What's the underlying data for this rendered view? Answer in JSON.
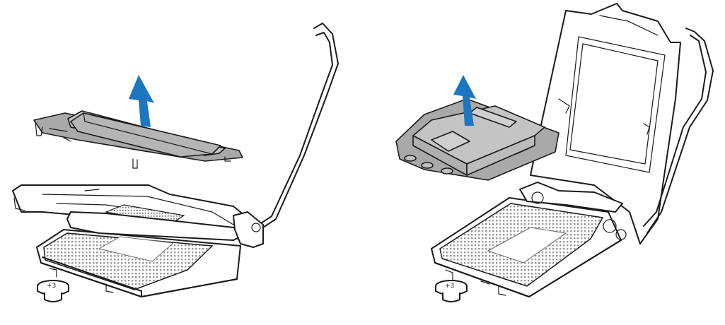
{
  "figure": {
    "panels": [
      {
        "id": "left",
        "step": "remove-cover",
        "arrow": "up"
      },
      {
        "id": "right",
        "step": "remove-cover",
        "arrow": "up"
      }
    ],
    "colors": {
      "line": "#1a1a1a",
      "cover_gray": "#b3b3b3",
      "cover_dark": "#8e8e8e",
      "arrow_blue": "#1d77c0",
      "pin_grid": "#9a9a9a",
      "background": "#ffffff"
    },
    "icons": [
      "upward-arrow-icon",
      "screw-icon",
      "socket-icon",
      "load-lever-icon",
      "protective-cover-icon"
    ]
  }
}
